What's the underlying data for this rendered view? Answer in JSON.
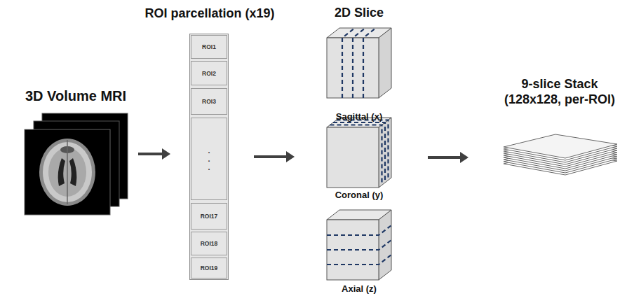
{
  "diagram": {
    "nodes": [
      {
        "text": [
          "3D Volume MRI"
        ]
      },
      {
        "text": [
          "ROI parcellation (x19)"
        ]
      },
      {
        "text": [
          "ROI1"
        ],
        "in": 1
      },
      {
        "text": [
          "ROI2"
        ],
        "in": 1
      },
      {
        "text": [
          "ROI3"
        ],
        "in": 1
      },
      {
        "text": [
          ". . ."
        ],
        "in": 1
      },
      {
        "text": [
          "ROI17"
        ],
        "in": 1
      },
      {
        "text": [
          "ROI18"
        ],
        "in": 1
      },
      {
        "text": [
          "ROI19"
        ],
        "in": 1
      },
      {
        "text": [
          "Sagittal (x)"
        ]
      },
      {
        "text": [
          "Coronal (y)"
        ]
      },
      {
        "text": [
          "Axial (z)"
        ]
      },
      {
        "text": [
          "9-slice Stack (128x128, per-ROI)"
        ]
      }
    ],
    "edges": [
      {
        "from": 0,
        "to": 1,
        "arrow": "to"
      },
      {
        "from": 1,
        "to": 10,
        "arrow": "to"
      },
      {
        "from": 10,
        "to": 12,
        "arrow": "to"
      }
    ],
    "labels": [
      "2D Slice"
    ]
  }
}
